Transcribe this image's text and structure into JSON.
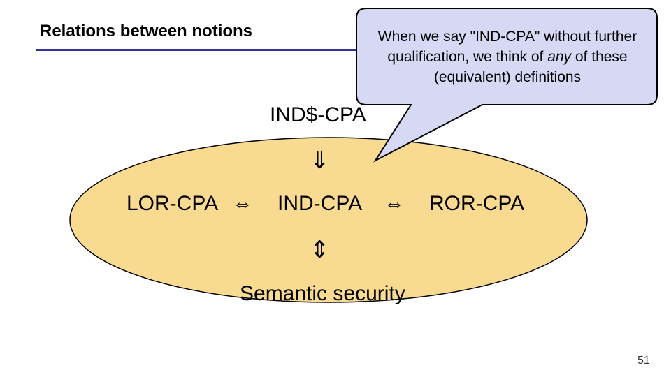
{
  "slide": {
    "title": "Relations between notions",
    "page_number": "51"
  },
  "diagram": {
    "top_label": "IND$-CPA",
    "down_arrow": "⇓",
    "row": {
      "left": "LOR-CPA",
      "iff_left": "⇔",
      "center": "IND-CPA",
      "iff_right": "⇔",
      "right": "ROR-CPA"
    },
    "updown_arrow": "⇕",
    "bottom_label": "Semantic security",
    "ellipse_fill": "#f8da90"
  },
  "callout": {
    "text_before": "When we say \"IND-CPA\" without further qualification, we think of ",
    "text_emphasis": "any",
    "text_after": " of these (equivalent) definitions",
    "fill": "#d6d8f4"
  },
  "colors": {
    "title_rule": "#333399"
  }
}
